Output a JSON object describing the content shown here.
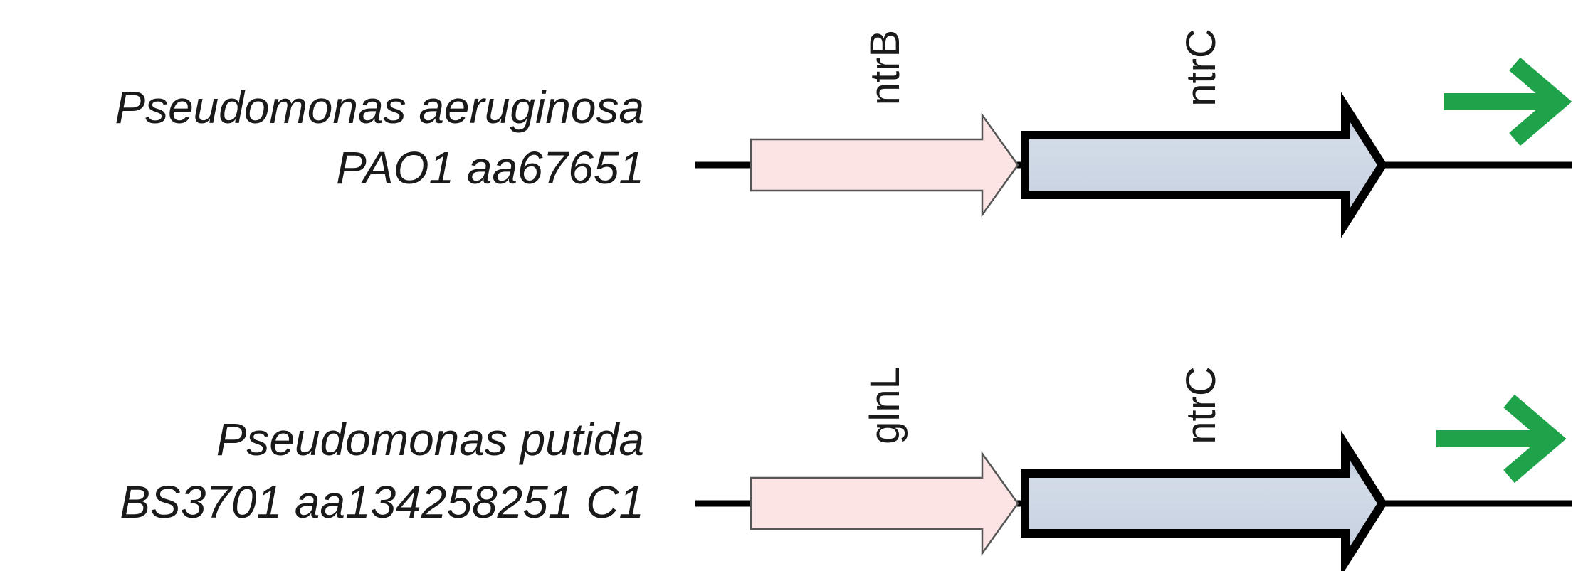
{
  "tracks": [
    {
      "organism_line1": "Pseudomonas aeruginosa",
      "organism_line2": "PAO1 aa67651",
      "genes": [
        {
          "label": "ntrB",
          "fill": "#fde4e4",
          "stroke": "#555555",
          "emphasis": "thin"
        },
        {
          "label": "ntrC",
          "fill": "#c5cfdf",
          "stroke": "#000000",
          "emphasis": "bold"
        }
      ],
      "direction_icon": "right-arrow",
      "direction_color": "#1fa34a"
    },
    {
      "organism_line1": "Pseudomonas putida",
      "organism_line2": "BS3701 aa134258251 C1",
      "genes": [
        {
          "label": "glnL",
          "fill": "#fde4e4",
          "stroke": "#555555",
          "emphasis": "thin"
        },
        {
          "label": "ntrC",
          "fill": "#c5cfdf",
          "stroke": "#000000",
          "emphasis": "bold"
        }
      ],
      "direction_icon": "right-arrow",
      "direction_color": "#1fa34a"
    }
  ]
}
